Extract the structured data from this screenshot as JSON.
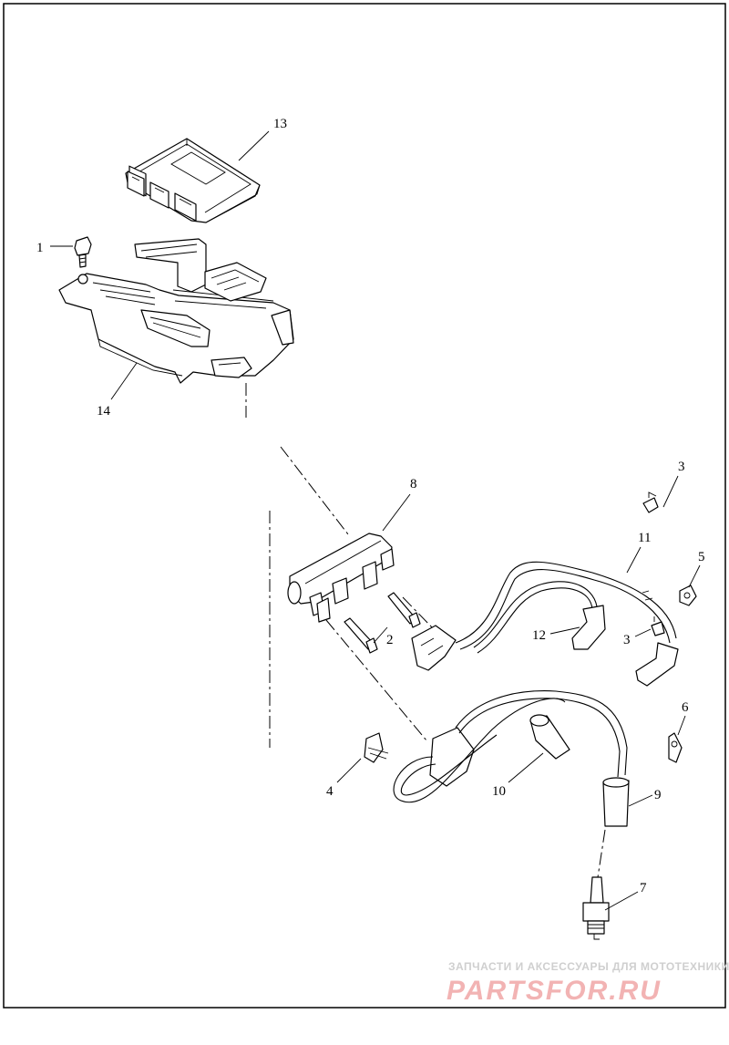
{
  "diagram": {
    "callouts": [
      {
        "id": "c13",
        "text": "13"
      },
      {
        "id": "c1",
        "text": "1"
      },
      {
        "id": "c14",
        "text": "14"
      },
      {
        "id": "c8",
        "text": "8"
      },
      {
        "id": "c3a",
        "text": "3"
      },
      {
        "id": "c11",
        "text": "11"
      },
      {
        "id": "c5",
        "text": "5"
      },
      {
        "id": "c2",
        "text": "2"
      },
      {
        "id": "c12",
        "text": "12"
      },
      {
        "id": "c3b",
        "text": "3"
      },
      {
        "id": "c6",
        "text": "6"
      },
      {
        "id": "c4",
        "text": "4"
      },
      {
        "id": "c10",
        "text": "10"
      },
      {
        "id": "c9",
        "text": "9"
      },
      {
        "id": "c7",
        "text": "7"
      }
    ]
  },
  "watermark": {
    "tagline": "ЗАПЧАСТИ И АКСЕССУАРЫ ДЛЯ МОТОТЕХНИКИ",
    "logo": "PARTSFOR.RU"
  },
  "colors": {
    "line": "#000000",
    "watermark_text": "#cfcfcf",
    "watermark_logo": "#f2b3b3"
  }
}
